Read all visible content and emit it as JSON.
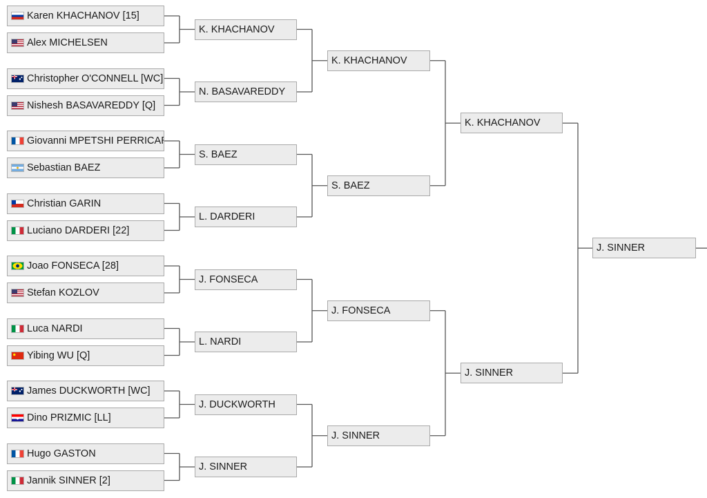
{
  "round1": [
    {
      "name": "Karen KHACHANOV [15]",
      "flag": "rus"
    },
    {
      "name": "Alex MICHELSEN",
      "flag": "usa"
    },
    {
      "name": "Christopher O'CONNELL [WC]",
      "flag": "aus"
    },
    {
      "name": "Nishesh BASAVAREDDY [Q]",
      "flag": "usa"
    },
    {
      "name": "Giovanni MPETSHI PERRICARD",
      "flag": "fra"
    },
    {
      "name": "Sebastian BAEZ",
      "flag": "arg"
    },
    {
      "name": "Christian GARIN",
      "flag": "chi"
    },
    {
      "name": "Luciano DARDERI [22]",
      "flag": "ita"
    },
    {
      "name": "Joao FONSECA [28]",
      "flag": "bra"
    },
    {
      "name": "Stefan KOZLOV",
      "flag": "usa"
    },
    {
      "name": "Luca NARDI",
      "flag": "ita"
    },
    {
      "name": "Yibing WU [Q]",
      "flag": "chn"
    },
    {
      "name": "James DUCKWORTH [WC]",
      "flag": "aus"
    },
    {
      "name": "Dino PRIZMIC [LL]",
      "flag": "cro"
    },
    {
      "name": "Hugo GASTON",
      "flag": "fra"
    },
    {
      "name": "Jannik SINNER [2]",
      "flag": "ita"
    }
  ],
  "round2": [
    "K. KHACHANOV",
    "N. BASAVAREDDY",
    "S. BAEZ",
    "L. DARDERI",
    "J. FONSECA",
    "L. NARDI",
    "J. DUCKWORTH",
    "J. SINNER"
  ],
  "round3": [
    "K. KHACHANOV",
    "S. BAEZ",
    "J. FONSECA",
    "J. SINNER"
  ],
  "round4": [
    "K. KHACHANOV",
    "J. SINNER"
  ],
  "round5": [
    "J. SINNER"
  ],
  "colors": {
    "box_fill": "#ececec",
    "box_border": "#a9a9a9",
    "connector": "#555555",
    "text": "#1a1a1a"
  }
}
